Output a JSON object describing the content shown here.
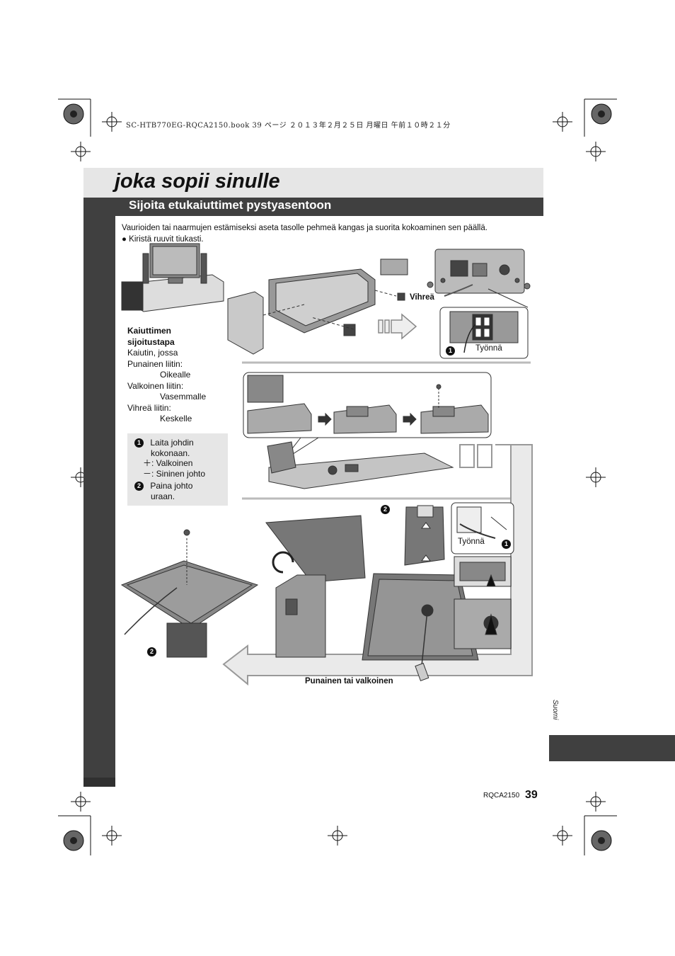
{
  "print_header": "SC-HTB770EG-RQCA2150.book  39 ページ  ２０１３年２月２５日  月曜日  午前１０時２１分",
  "page_title": "joka sopii sinulle",
  "section_title": "Sijoita etukaiuttimet pystyasentoon",
  "intro_text": "Vaurioiden tai naarmujen estämiseksi aseta tasolle pehmeä kangas ja suorita kokoaminen sen päällä.",
  "bullet_text": "Kiristä ruuvit tiukasti.",
  "placement": {
    "heading_line1": "Kaiuttimen",
    "heading_line2": "sijoitustapa",
    "line1": "Kaiutin, jossa",
    "red_label": "Punainen liitin:",
    "red_value": "Oikealle",
    "white_label": "Valkoinen liitin:",
    "white_value": "Vasemmalle",
    "green_label": "Vihreä liitin:",
    "green_value": "Keskelle"
  },
  "notes": {
    "n1": "1",
    "n1_line1": "Laita johdin",
    "n1_line2": "kokonaan.",
    "plus_text": "＋: Valkoinen",
    "minus_text": "－: Sininen johto",
    "n2": "2",
    "n2_line1": "Paina johto",
    "n2_line2": "uraan."
  },
  "diagram_labels": {
    "green": "Vihreä",
    "push_top": "Työnnä",
    "push_mid": "Työnnä",
    "red_or_white": "Punainen tai valkoinen",
    "callout1": "1",
    "callout2": "2"
  },
  "side_language": "Suomi",
  "model_code": "RQCA2150",
  "page_number": "39",
  "colors": {
    "dark_gray": "#404040",
    "light_gray": "#e6e6e6"
  }
}
